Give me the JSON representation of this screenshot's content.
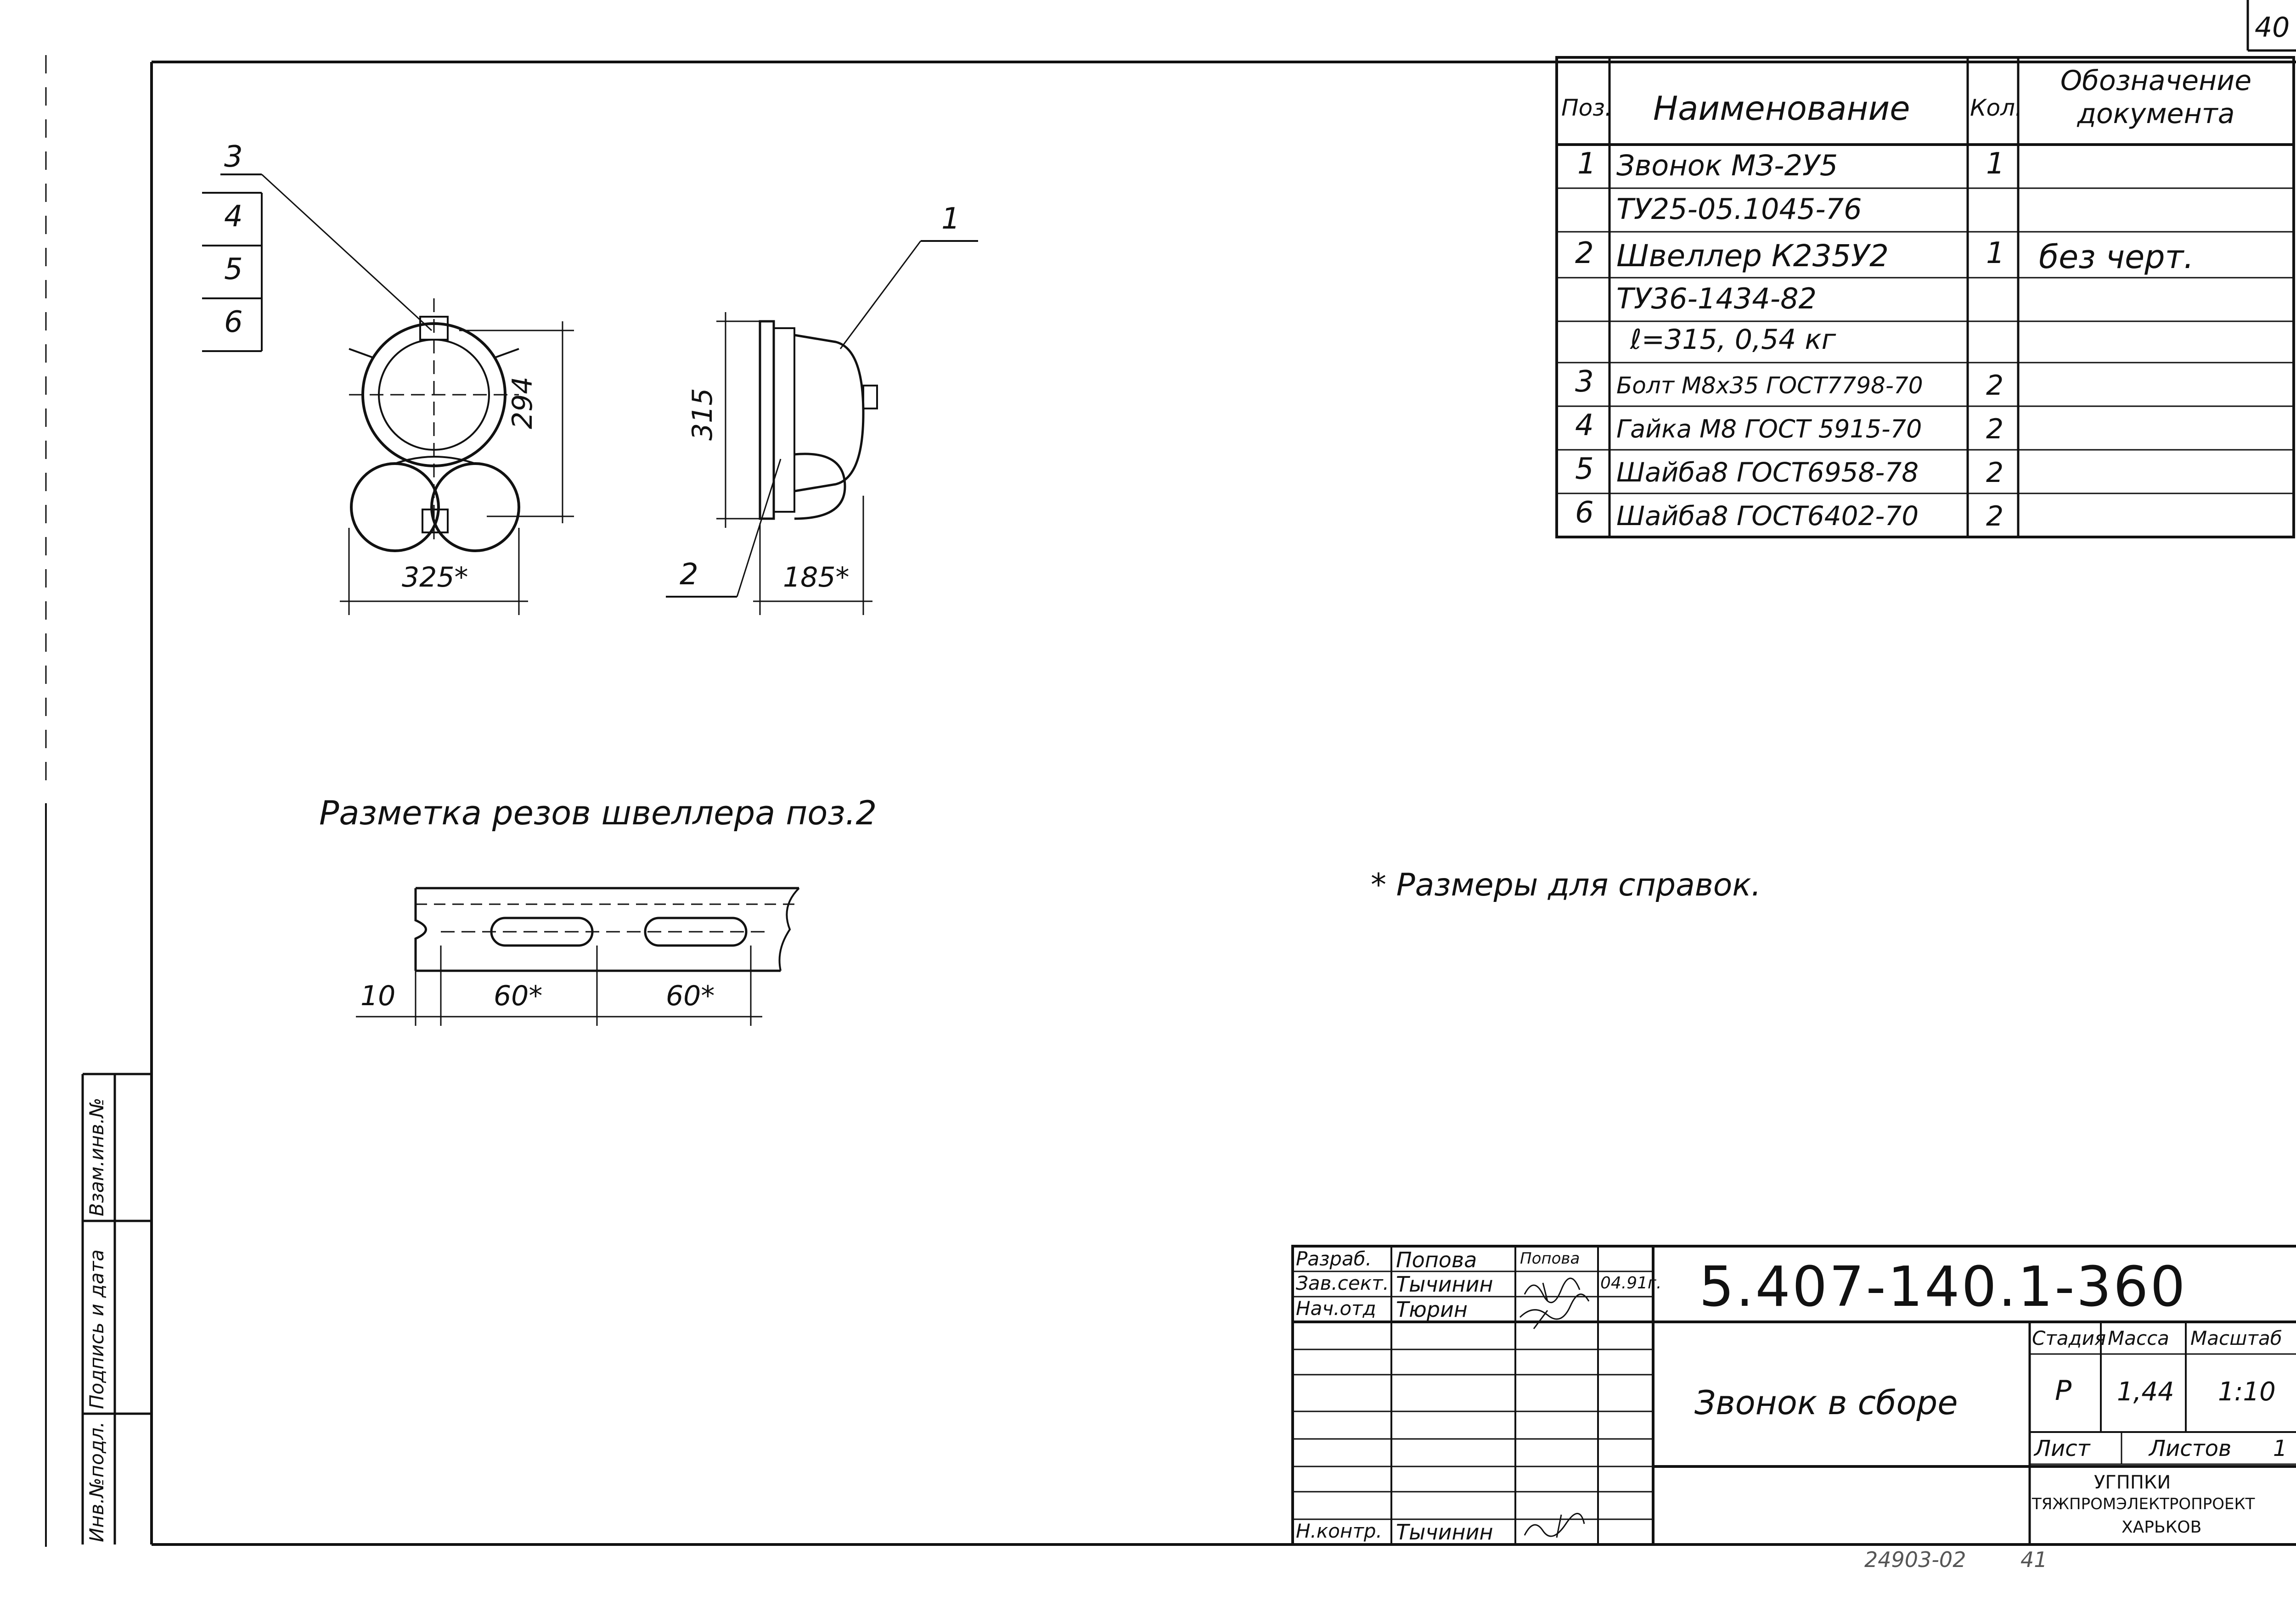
{
  "sheet": {
    "page_number": "40",
    "reference_note": "* Размеры для справок.",
    "section_title": "Разметка резов швеллера поз.2",
    "bottom_stamp": "24903-02",
    "bottom_stamp_sheet": "41"
  },
  "spec_table": {
    "headers": [
      "Поз.",
      "Наименование",
      "Кол.",
      "Обозначение документа"
    ],
    "rows": [
      [
        "1",
        "Звонок МЗ-2У5",
        "1",
        ""
      ],
      [
        "",
        "ТУ25-05.1045-76",
        "",
        ""
      ],
      [
        "2",
        "Швеллер К235У2",
        "1",
        "без черт."
      ],
      [
        "",
        "ТУ36-1434-82",
        "",
        ""
      ],
      [
        "",
        "ℓ=315,    0,54 кг",
        "",
        ""
      ],
      [
        "3",
        "Болт М8х35 ГОСТ7798-70",
        "2",
        ""
      ],
      [
        "4",
        "Гайка М8 ГОСТ 5915-70",
        "2",
        ""
      ],
      [
        "5",
        "Шайба8 ГОСТ6958-78",
        "2",
        ""
      ],
      [
        "6",
        "Шайба8 ГОСТ6402-70",
        "2",
        ""
      ]
    ]
  },
  "drawing": {
    "callouts": [
      "3",
      "4",
      "5",
      "6",
      "1",
      "2"
    ],
    "dimensions": {
      "front_width": "325*",
      "front_height": "294",
      "side_height": "315",
      "side_width": "185*",
      "cut_offset": "10",
      "cut_pitch_1": "60*",
      "cut_pitch_2": "60*"
    }
  },
  "title_block": {
    "designation": "5.407-140.1-360",
    "title": "Звонок в сборе",
    "roles": [
      {
        "role": "Разраб.",
        "name": "Попова",
        "signature": "Попова",
        "date": ""
      },
      {
        "role": "Зав.сект.",
        "name": "Тычинин",
        "signature": "",
        "date": "04.91г."
      },
      {
        "role": "Нач.отд",
        "name": "Тюрин",
        "signature": "",
        "date": ""
      },
      {
        "role": "Н.контр.",
        "name": "Тычинин",
        "signature": "",
        "date": ""
      }
    ],
    "stage_label": "Стадия",
    "mass_label": "Масса",
    "scale_label": "Масштаб",
    "stage": "Р",
    "mass": "1,44",
    "scale": "1:10",
    "sheet_label": "Лист",
    "sheets_label": "Листов",
    "sheets_count": "1",
    "organization": [
      "УГППКИ",
      "ТЯЖПРОМЭЛЕКТРОПРОЕКТ",
      "ХАРЬКОВ"
    ]
  },
  "side_stamp": {
    "labels": [
      "Инв.№подл.",
      "Подпись и дата",
      "Взам.инв.№"
    ]
  }
}
